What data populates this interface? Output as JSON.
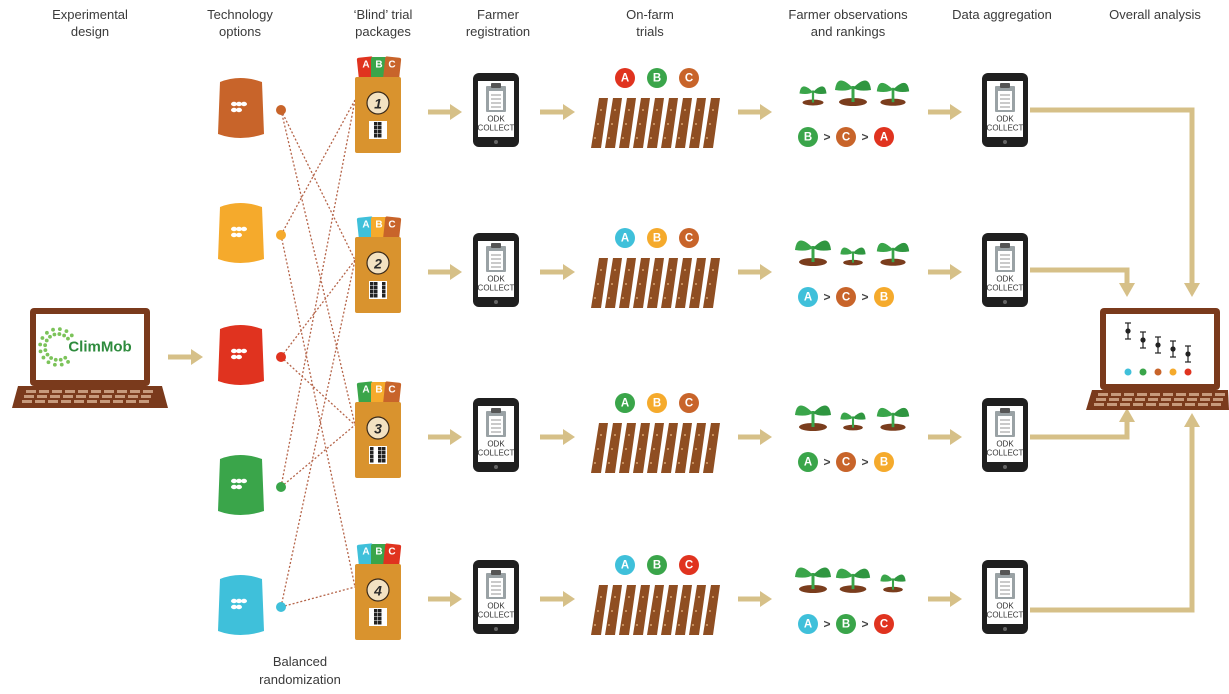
{
  "headers": {
    "design": "Experimental\ndesign",
    "tech": "Technology\noptions",
    "blind": "‘Blind’ trial\npackages",
    "registration": "Farmer\nregistration",
    "onfarm": "On-farm\ntrials",
    "observations": "Farmer observations\nand rankings",
    "aggregation": "Data aggregation",
    "analysis": "Overall analysis"
  },
  "footer": "Balanced\nrandomization",
  "logo_text": "ClimMob",
  "phone_text": [
    "ODK",
    "COLLECT"
  ],
  "colors": {
    "brown": "#c8642a",
    "yellow": "#f5aa2c",
    "red": "#e0331f",
    "green": "#3aa54a",
    "blue": "#3fc0da",
    "arrow": "#d6c088",
    "bag": "#d9932e",
    "soil": "#8f4e22",
    "laptop": "#7a3a1c",
    "dotted_line": "#b5654a"
  },
  "technologies": [
    "brown",
    "yellow",
    "red",
    "green",
    "blue"
  ],
  "packages": [
    {
      "number": "1",
      "cards": [
        "A",
        "B",
        "C"
      ],
      "card_colors": [
        "red",
        "green",
        "brown"
      ]
    },
    {
      "number": "2",
      "cards": [
        "A",
        "B",
        "C"
      ],
      "card_colors": [
        "blue",
        "yellow",
        "brown"
      ]
    },
    {
      "number": "3",
      "cards": [
        "A",
        "B",
        "C"
      ],
      "card_colors": [
        "green",
        "yellow",
        "brown"
      ]
    },
    {
      "number": "4",
      "cards": [
        "A",
        "B",
        "C"
      ],
      "card_colors": [
        "blue",
        "green",
        "red"
      ]
    }
  ],
  "trials": [
    {
      "letters": [
        "A",
        "B",
        "C"
      ],
      "colors": [
        "red",
        "green",
        "brown"
      ],
      "ranking": [
        "B",
        "C",
        "A"
      ],
      "ranking_colors": [
        "green",
        "brown",
        "red"
      ]
    },
    {
      "letters": [
        "A",
        "B",
        "C"
      ],
      "colors": [
        "blue",
        "yellow",
        "brown"
      ],
      "ranking": [
        "A",
        "C",
        "B"
      ],
      "ranking_colors": [
        "blue",
        "brown",
        "yellow"
      ]
    },
    {
      "letters": [
        "A",
        "B",
        "C"
      ],
      "colors": [
        "green",
        "yellow",
        "brown"
      ],
      "ranking": [
        "A",
        "C",
        "B"
      ],
      "ranking_colors": [
        "green",
        "brown",
        "yellow"
      ]
    },
    {
      "letters": [
        "A",
        "B",
        "C"
      ],
      "colors": [
        "blue",
        "green",
        "red"
      ],
      "ranking": [
        "A",
        "B",
        "C"
      ],
      "ranking_colors": [
        "blue",
        "green",
        "red"
      ]
    }
  ],
  "ranking_separator": ">",
  "analysis_legend_colors": [
    "blue",
    "green",
    "brown",
    "yellow",
    "red"
  ],
  "assignments": [
    [
      0,
      1
    ],
    [
      0,
      2
    ],
    [
      1,
      0
    ],
    [
      1,
      3
    ],
    [
      2,
      1
    ],
    [
      2,
      2
    ],
    [
      3,
      0
    ],
    [
      3,
      2
    ],
    [
      4,
      1
    ],
    [
      4,
      3
    ]
  ]
}
